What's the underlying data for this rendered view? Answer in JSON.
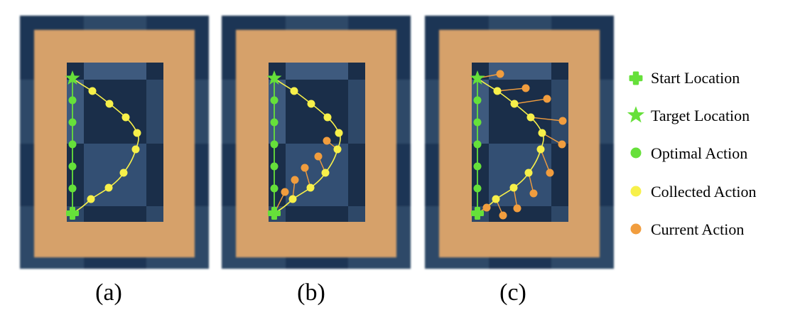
{
  "panels": [
    {
      "label": "(a)"
    },
    {
      "label": "(b)"
    },
    {
      "label": "(c)"
    }
  ],
  "legend": {
    "start": "Start Location",
    "target": "Target Location",
    "optimal": "Optimal Action",
    "collected": "Collected Action",
    "current": "Current Action"
  },
  "colors": {
    "background_dark": "#1f3554",
    "background_light": "#2e4868",
    "background_mid": "#334f73",
    "inner_dark": "#1a2e49",
    "inner_light": "#3e5a7e",
    "frame": "#d6a16a",
    "optimal": "#66e03a",
    "collected": "#f7f04a",
    "current": "#f19d3e"
  },
  "icons": {
    "start": "plus-marker-icon",
    "target": "star-marker-icon",
    "optimal": "green-dot-icon",
    "collected": "yellow-dot-icon",
    "current": "orange-dot-icon"
  }
}
